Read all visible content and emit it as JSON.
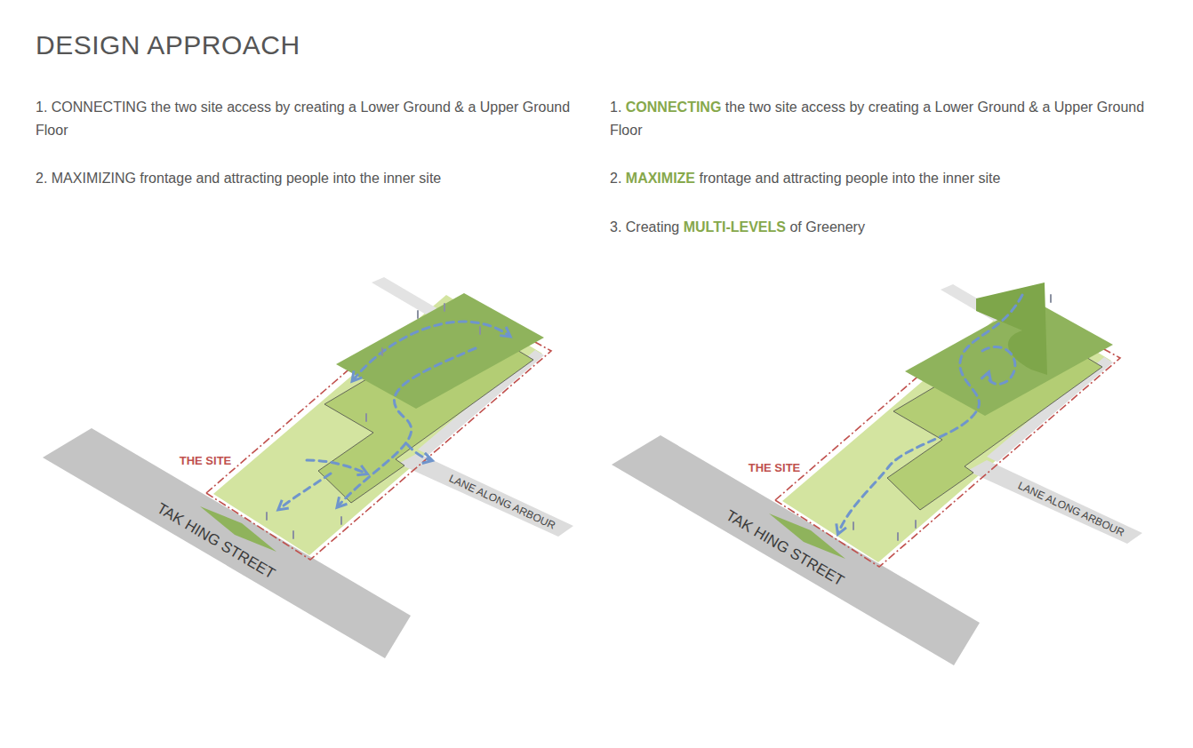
{
  "diagram": {
    "title": "DESIGN APPROACH",
    "labels": [
      "1. CONNECTING the two site access by creating a Lower Ground & a Upper Ground Floor",
      "1. CONNECTING the two site access by creating a Lower Ground & a Upper Ground Floor",
      "2. MAXIMIZING frontage and attracting people into the inner site",
      "2. MAXIMIZE frontage and attracting people into the inner site",
      "3. Creating MULTI-LEVELS of Greenery",
      "THE SITE",
      "TAK HING STREET",
      "LANE ALONG ARBOUR",
      "THE SITE",
      "TAK HING STREET",
      "LANE ALONG ARBOUR"
    ]
  }
}
